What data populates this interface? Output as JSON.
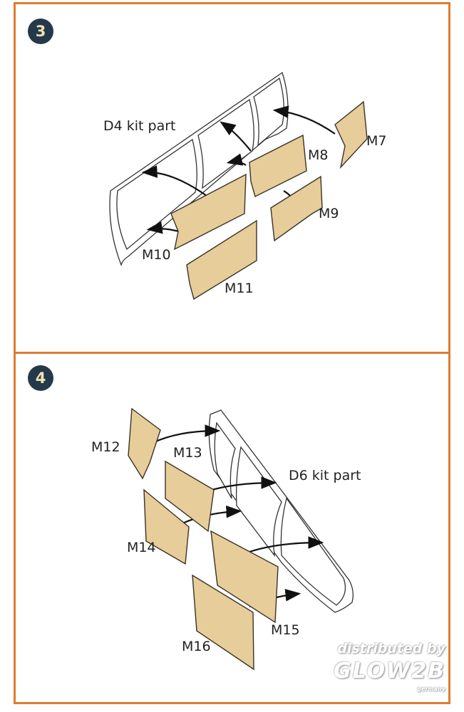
{
  "steps": [
    {
      "number": "3",
      "kit_part_label": "D4 kit part",
      "parts": [
        "M7",
        "M8",
        "M9",
        "M10",
        "M11"
      ]
    },
    {
      "number": "4",
      "kit_part_label": "D6 kit part",
      "parts": [
        "M12",
        "M13",
        "M14",
        "M15",
        "M16"
      ]
    }
  ],
  "watermark": {
    "line1": "distributed by",
    "line2": "GLOW2B",
    "line3": "germany"
  },
  "colors": {
    "border": "#e07b30",
    "badge": "#243a4a",
    "part": "#e6cd9a"
  }
}
